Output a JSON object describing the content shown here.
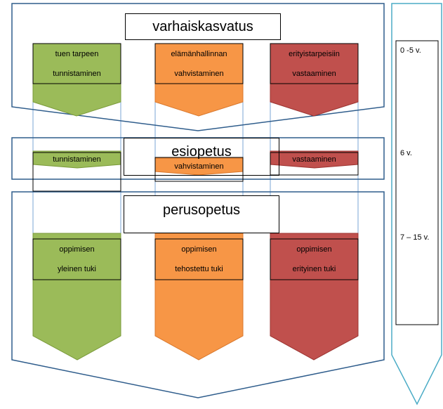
{
  "colors": {
    "frame": "#2f5d8c",
    "timeline": "#4bacc6",
    "green": "#9bbb59",
    "green_edge": "#7a9a3a",
    "orange": "#f79646",
    "orange_edge": "#d9782d",
    "red": "#c0504d",
    "red_edge": "#9b3330",
    "connector": "#7aa6d6"
  },
  "levels": {
    "varhaiskasvatus": {
      "title": "varhaiskasvatus",
      "green": {
        "line1": "tuen tarpeen",
        "line2": "tunnistaminen"
      },
      "orange": {
        "line1": "elämänhallinnan",
        "line2": "vahvistaminen"
      },
      "red": {
        "line1": "erityistarpeisiin",
        "line2": "vastaaminen"
      }
    },
    "esiopetus": {
      "title": "esiopetus",
      "green": "tunnistaminen",
      "orange": "vahvistaminen",
      "red": "vastaaminen"
    },
    "perusopetus": {
      "title": "perusopetus",
      "green": {
        "line1": "oppimisen",
        "line2": "yleinen tuki"
      },
      "orange": {
        "line1": "oppimisen",
        "line2": "tehostettu tuki"
      },
      "red": {
        "line1": "oppimisen",
        "line2": "erityinen tuki"
      }
    }
  },
  "timeline": {
    "ages": [
      "0 -5 v.",
      "6 v.",
      "7 – 15 v."
    ]
  }
}
